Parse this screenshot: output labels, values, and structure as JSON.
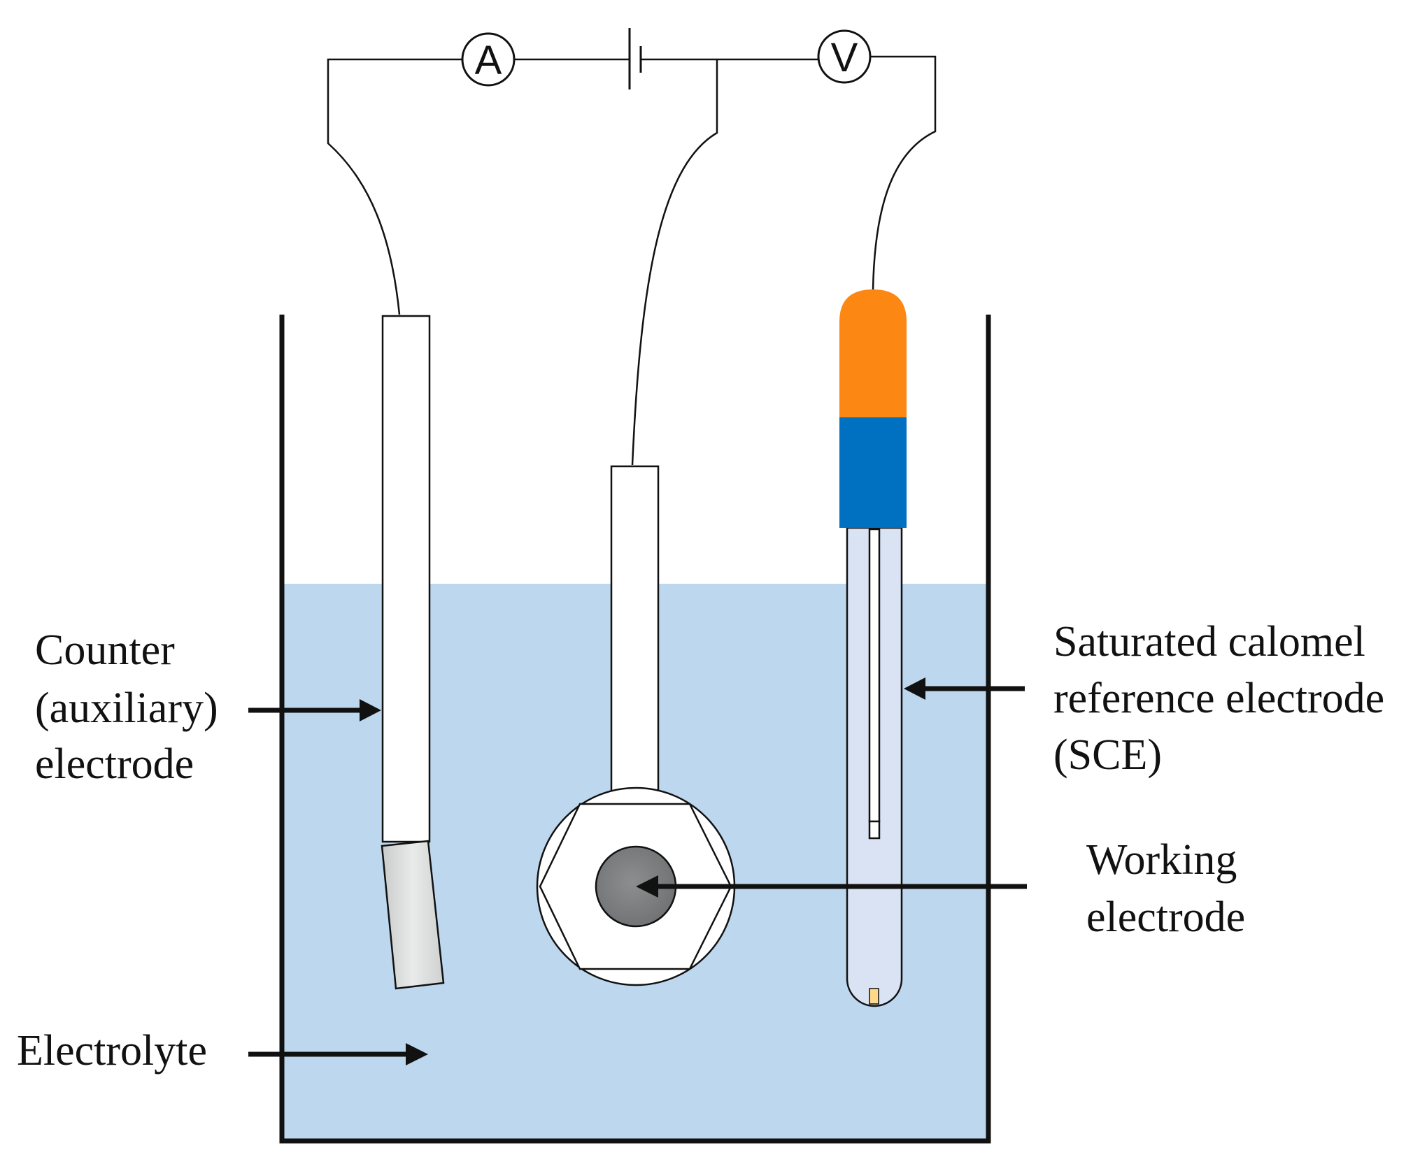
{
  "meters": {
    "ammeter_symbol": "A",
    "voltmeter_symbol": "V"
  },
  "labels": {
    "counter_line1": "Counter",
    "counter_line2": "(auxiliary)",
    "counter_line3": "electrode",
    "sce_line1": "Saturated calomel",
    "sce_line2": "reference electrode",
    "sce_line3": "(SCE)",
    "working_line1": "Working",
    "working_line2": "electrode",
    "electrolyte": "Electrolyte"
  },
  "colors": {
    "electrolyte": "#bdd7ee",
    "sce_cap_orange": "#fd8713",
    "sce_band_blue": "#0070c0",
    "sce_tube": "#d9e3f3",
    "counter_plate": "#d9dbdb",
    "working_disk": "#7f8183",
    "sce_tip": "#ffd88a",
    "outline": "#111111"
  }
}
